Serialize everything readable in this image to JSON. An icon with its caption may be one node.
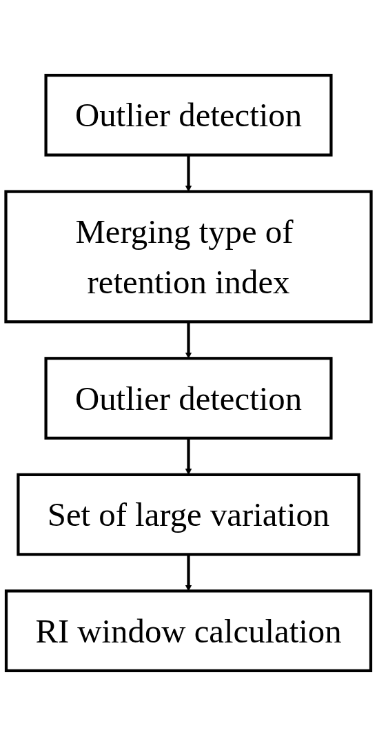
{
  "diagram": {
    "nodes": [
      {
        "text": [
          "Outlier detection"
        ]
      },
      {
        "text": [
          "Merging type of retention index"
        ]
      },
      {
        "text": [
          "Outlier detection"
        ]
      },
      {
        "text": [
          "Set of large variation"
        ]
      },
      {
        "text": [
          "RI window calculation"
        ]
      }
    ],
    "edges": [
      {
        "from": 0,
        "to": 1,
        "arrow": "to"
      },
      {
        "from": 1,
        "to": 2,
        "arrow": "to"
      },
      {
        "from": 2,
        "to": 3,
        "arrow": "to"
      },
      {
        "from": 3,
        "to": 4,
        "arrow": "to"
      }
    ]
  }
}
